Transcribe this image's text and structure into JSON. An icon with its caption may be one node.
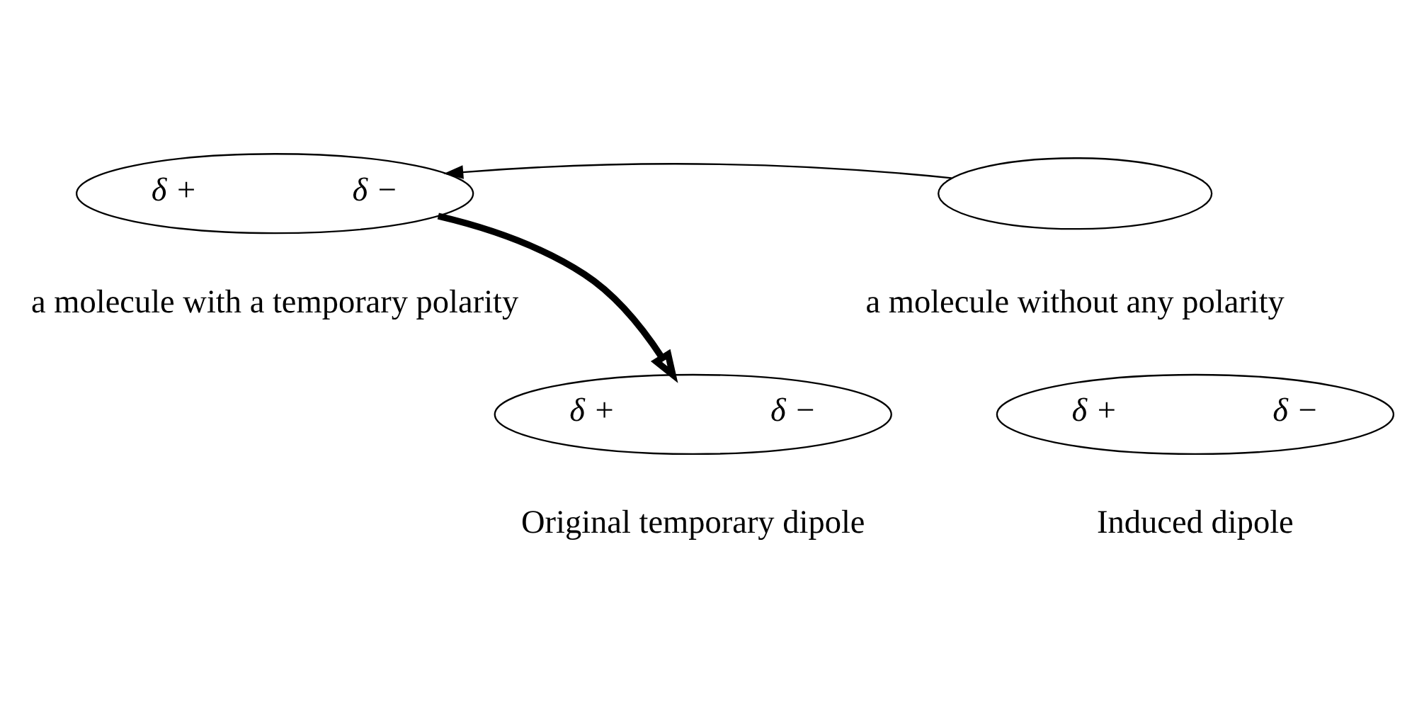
{
  "diagram": {
    "nodes": [
      {
        "text": [
          "δ +",
          "δ −"
        ],
        "beside": [
          "a molecule with a temporary polarity"
        ]
      },
      {
        "text": [],
        "shape": "ellipse",
        "beside": [
          "a molecule without any polarity"
        ]
      },
      {
        "text": [
          "δ +",
          "δ −"
        ],
        "beside": [
          "Original temporary dipole"
        ]
      },
      {
        "text": [
          "δ +",
          "δ −"
        ],
        "beside": [
          "Induced dipole"
        ]
      }
    ],
    "edges": [
      {
        "from": 1,
        "to": 0,
        "arrow": "to"
      },
      {
        "from": 0,
        "to": 2,
        "arrow": "to",
        "style": "thick"
      }
    ]
  }
}
